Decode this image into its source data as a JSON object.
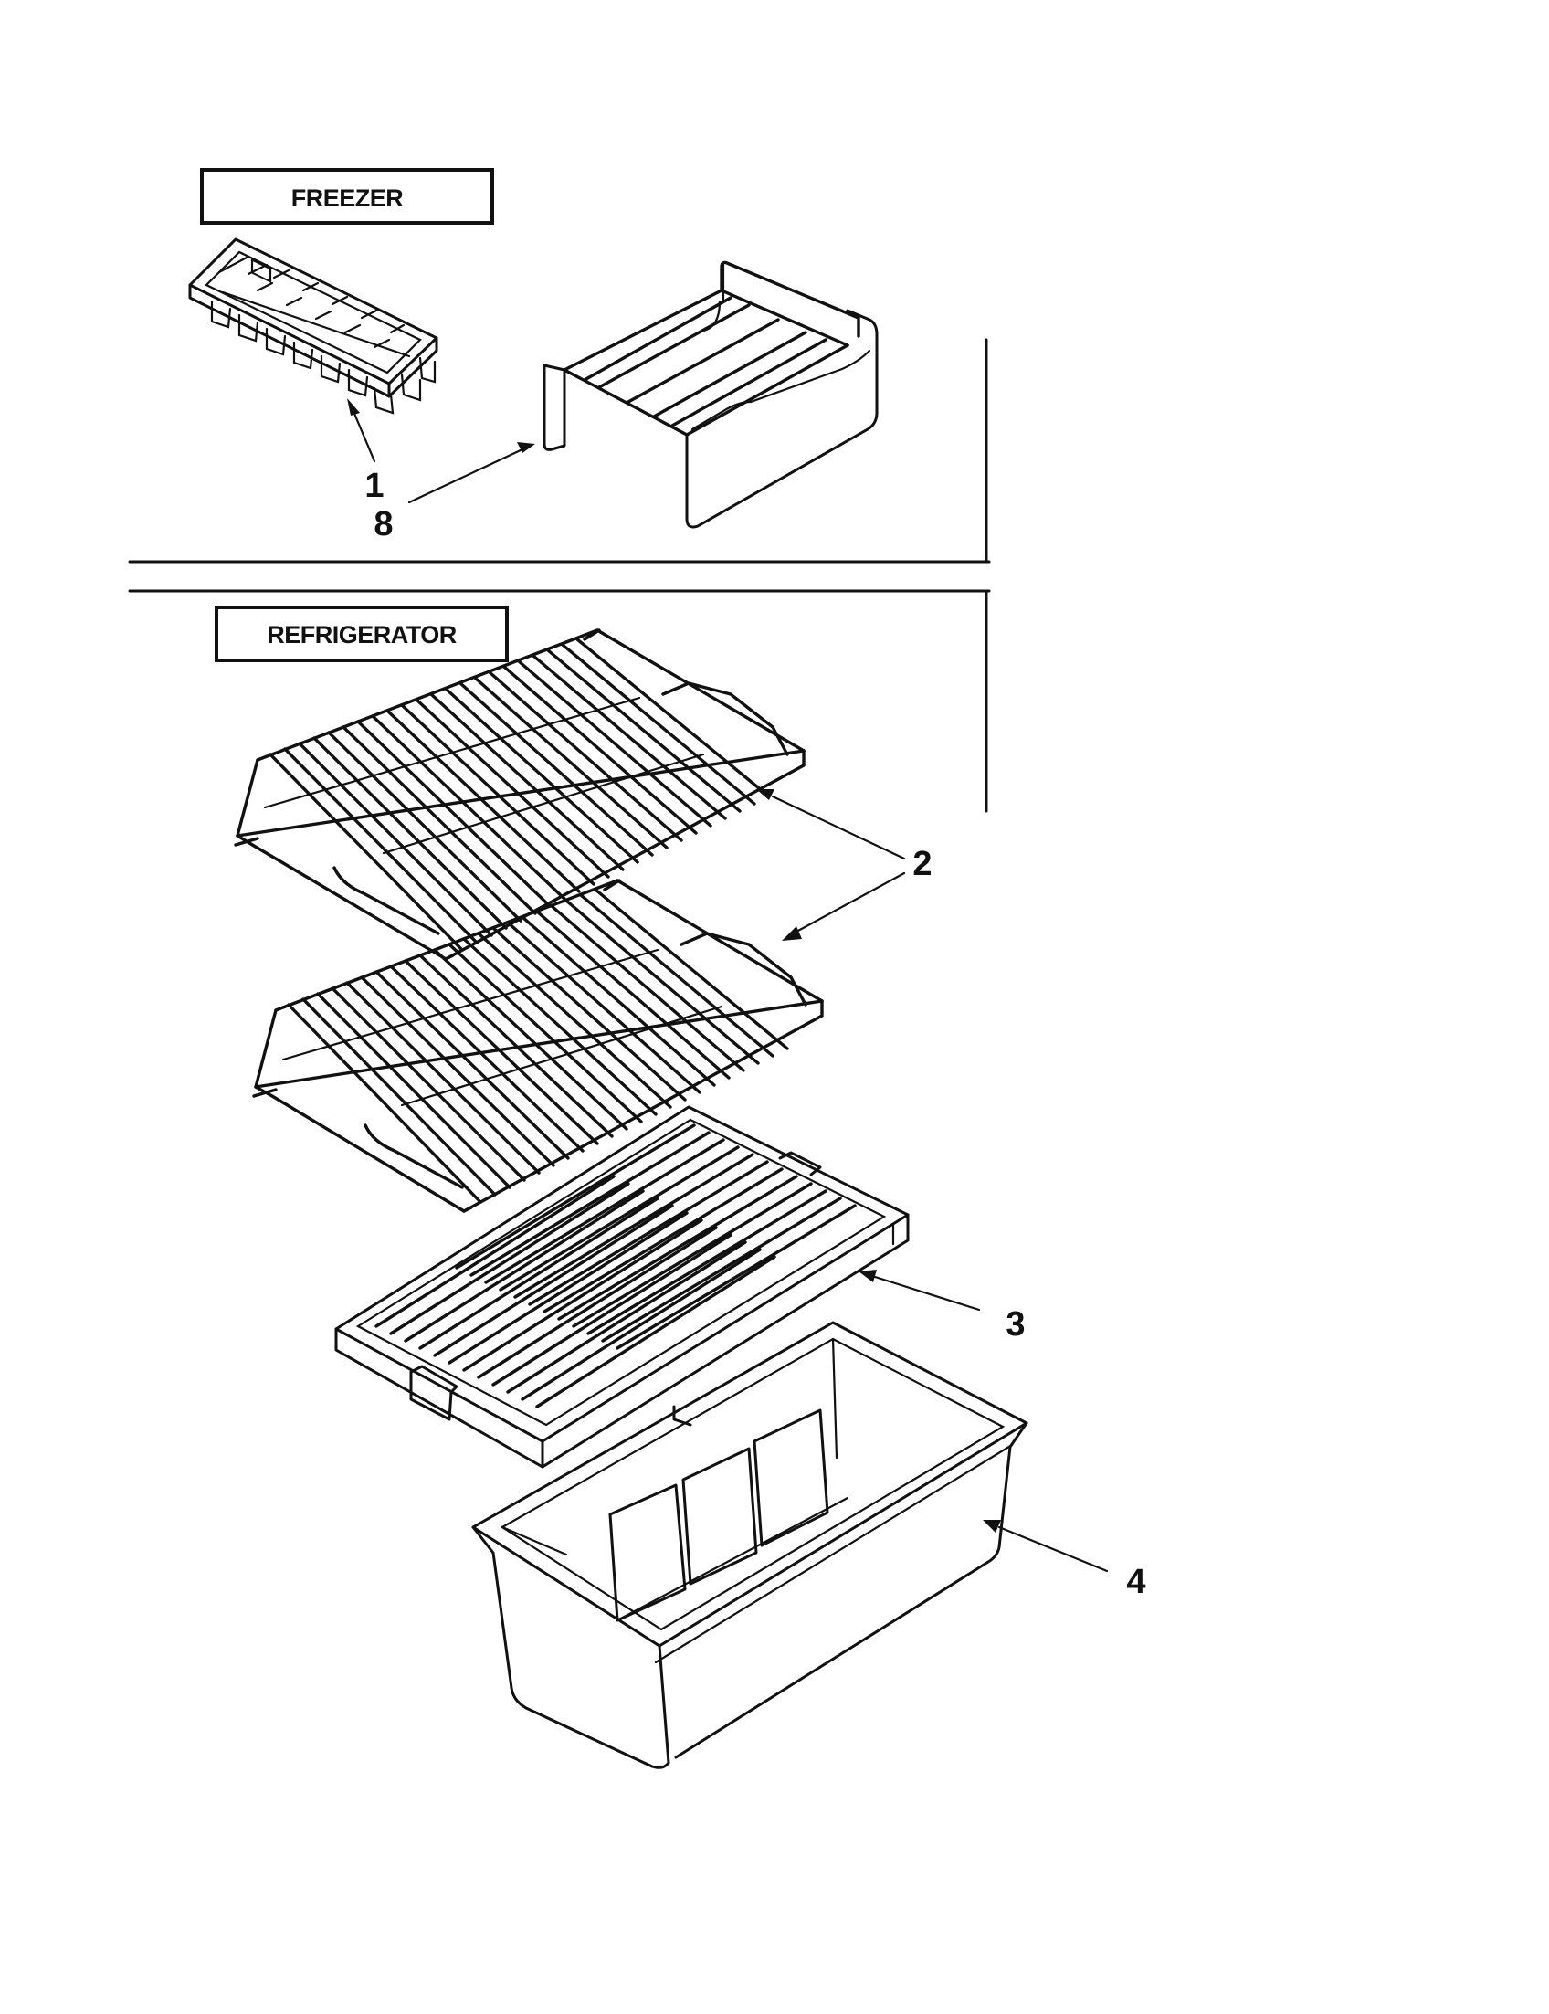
{
  "sections": {
    "freezer": {
      "title": "FREEZER"
    },
    "refrigerator": {
      "title": "REFRIGERATOR"
    }
  },
  "callouts": {
    "ice_tray": "1",
    "freezer_shelf": "8",
    "wire_shelves": "2",
    "glass_shelf": "3",
    "crisper_bin": "4"
  }
}
